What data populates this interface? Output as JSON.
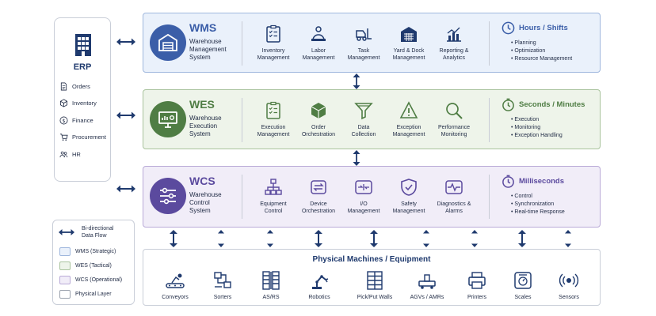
{
  "erp": {
    "title": "ERP",
    "items": [
      {
        "label": "Orders",
        "icon": "document-icon"
      },
      {
        "label": "Inventory",
        "icon": "cube-icon"
      },
      {
        "label": "Finance",
        "icon": "dollar-icon"
      },
      {
        "label": "Procurement",
        "icon": "cart-icon"
      },
      {
        "label": "HR",
        "icon": "people-icon"
      }
    ]
  },
  "layers": {
    "wms": {
      "name": "WMS",
      "desc": [
        "Warehouse",
        "Management",
        "System"
      ],
      "modules": [
        {
          "line1": "Inventory",
          "line2": "Management"
        },
        {
          "line1": "Labor",
          "line2": "Management"
        },
        {
          "line1": "Task",
          "line2": "Management"
        },
        {
          "line1": "Yard & Dock",
          "line2": "Management"
        },
        {
          "line1": "Reporting &",
          "line2": "Analytics"
        }
      ],
      "time_title": "Hours / Shifts",
      "time_items": [
        "Planning",
        "Optimization",
        "Resource Management"
      ]
    },
    "wes": {
      "name": "WES",
      "desc": [
        "Warehouse",
        "Execution",
        "System"
      ],
      "modules": [
        {
          "line1": "Execution",
          "line2": "Management"
        },
        {
          "line1": "Order",
          "line2": "Orchestration"
        },
        {
          "line1": "Data",
          "line2": "Collection"
        },
        {
          "line1": "Exception",
          "line2": "Management"
        },
        {
          "line1": "Performance",
          "line2": "Monitoring"
        }
      ],
      "time_title": "Seconds / Minutes",
      "time_items": [
        "Execution",
        "Monitoring",
        "Exception Handling"
      ]
    },
    "wcs": {
      "name": "WCS",
      "desc": [
        "Warehouse",
        "Control",
        "System"
      ],
      "modules": [
        {
          "line1": "Equipment",
          "line2": "Control"
        },
        {
          "line1": "Device",
          "line2": "Orchestration"
        },
        {
          "line1": "I/O",
          "line2": "Management"
        },
        {
          "line1": "Safety",
          "line2": "Management"
        },
        {
          "line1": "Diagnostics &",
          "line2": "Alarms"
        }
      ],
      "time_title": "Milliseconds",
      "time_items": [
        "Control",
        "Synchronization",
        "Real-time Response"
      ]
    }
  },
  "physical": {
    "title": "Physical Machines / Equipment",
    "machines": [
      "Conveyors",
      "Sorters",
      "AS/RS",
      "Robotics",
      "Pick/Put Walls",
      "AGVs / AMRs",
      "Printers",
      "Scales",
      "Sensors"
    ]
  },
  "legend": {
    "flow_line1": "Bi-directional",
    "flow_line2": "Data Flow",
    "items": [
      "WMS (Strategic)",
      "WES (Tactical)",
      "WCS (Operational)",
      "Physical Layer"
    ]
  },
  "colors": {
    "navy": "#1f3a6e",
    "wms": "#3b5ea8",
    "wes": "#4f7d44",
    "wcs": "#5b4a9e"
  }
}
